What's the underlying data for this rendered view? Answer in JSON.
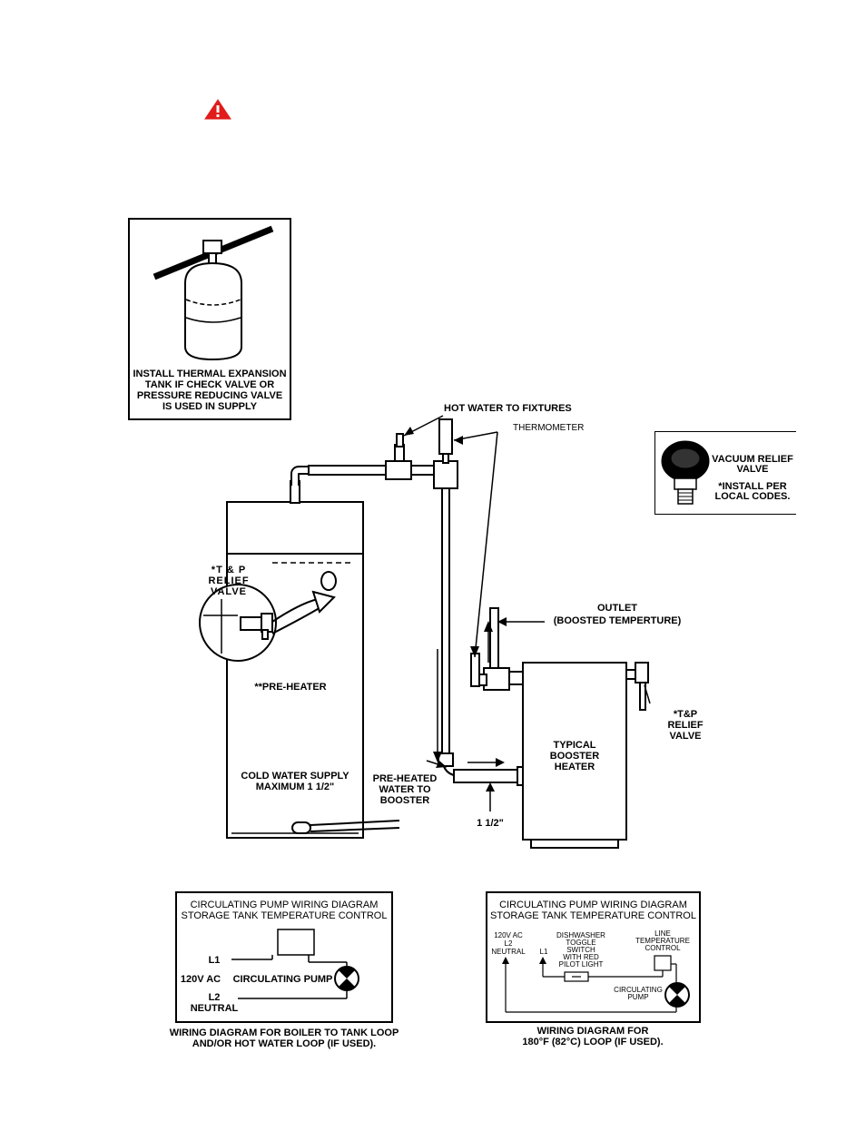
{
  "colors": {
    "warning": "#e21b1b",
    "ink": "#000000"
  },
  "warning_icon": "warning-triangle-icon",
  "expansion_tank": {
    "label_1": "INSTALL THERMAL EXPANSION",
    "label_2": "TANK IF CHECK VALVE OR",
    "label_3": "PRESSURE REDUCING VALVE",
    "label_4": "IS USED IN SUPPLY"
  },
  "vacuum_valve": {
    "line_1": "VACUUM RELIEF",
    "line_2": "VALVE",
    "line_3": "*INSTALL PER",
    "line_4": "LOCAL CODES."
  },
  "labels": {
    "hot_water": "HOT WATER TO FIXTURES",
    "thermometer": "THERMOMETER",
    "tp_1": "*T & P",
    "tp_2": "RELIEF",
    "tp_3": "VALVE",
    "preheater": "**PRE-HEATER",
    "cold_1": "COLD WATER SUPPLY",
    "cold_2": "MAXIMUM 1 1/2\"",
    "preheated_1": "PRE-HEATED",
    "preheated_2": "WATER TO",
    "preheated_3": "BOOSTER",
    "size": "1 1/2\"",
    "outlet_1": "OUTLET",
    "outlet_2": "(BOOSTED TEMPERTURE)",
    "booster_1": "TYPICAL",
    "booster_2": "BOOSTER",
    "booster_3": "HEATER",
    "tp2_1": "*T&P",
    "tp2_2": "RELIEF",
    "tp2_3": "VALVE"
  },
  "wiring_left": {
    "title_1": "CIRCULATING PUMP WIRING DIAGRAM",
    "title_2": "STORAGE TANK TEMPERATURE CONTROL",
    "l1": "L1",
    "voltage": "120V AC",
    "pump": "CIRCULATING PUMP",
    "l2": "L2",
    "neutral": "NEUTRAL",
    "caption_1": "WIRING DIAGRAM FOR BOILER TO TANK LOOP",
    "caption_2": "AND/OR HOT WATER LOOP (IF USED)."
  },
  "wiring_right": {
    "title_1": "CIRCULATING PUMP WIRING DIAGRAM",
    "title_2": "STORAGE TANK TEMPERATURE CONTROL",
    "supply_1": "120V AC",
    "supply_2": "L2",
    "supply_3": "NEUTRAL",
    "l1": "L1",
    "switch_1": "DISHWASHER",
    "switch_2": "TOGGLE",
    "switch_3": "SWITCH",
    "switch_4": "WITH RED",
    "switch_5": "PILOT LIGHT",
    "control_1": "LINE",
    "control_2": "TEMPERATURE",
    "control_3": "CONTROL",
    "pump_1": "CIRCULATING",
    "pump_2": "PUMP",
    "caption_1": "WIRING DIAGRAM FOR",
    "caption_2": "180°F (82°C) LOOP (IF USED)."
  }
}
